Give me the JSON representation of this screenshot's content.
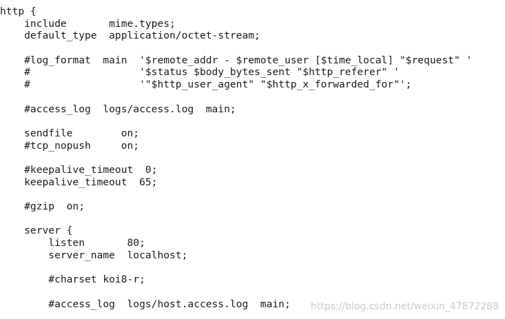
{
  "code": {
    "lines": [
      "http {",
      "    include       mime.types;",
      "    default_type  application/octet-stream;",
      "",
      "    #log_format  main  '$remote_addr - $remote_user [$time_local] \"$request\" '",
      "    #                  '$status $body_bytes_sent \"$http_referer\" '",
      "    #                  '\"$http_user_agent\" \"$http_x_forwarded_for\"';",
      "",
      "    #access_log  logs/access.log  main;",
      "",
      "    sendfile        on;",
      "    #tcp_nopush     on;",
      "",
      "    #keepalive_timeout  0;",
      "    keepalive_timeout  65;",
      "",
      "    #gzip  on;",
      "",
      "    server {",
      "        listen       80;",
      "        server_name  localhost;",
      "",
      "        #charset koi8-r;",
      "",
      "        #access_log  logs/host.access.log  main;"
    ]
  },
  "watermark": {
    "text": "https://blog.csdn.net/weixin_47872288"
  },
  "colors": {
    "background": "#ffffff",
    "text": "#1a1a1a",
    "watermark": "#c9c9c9"
  }
}
